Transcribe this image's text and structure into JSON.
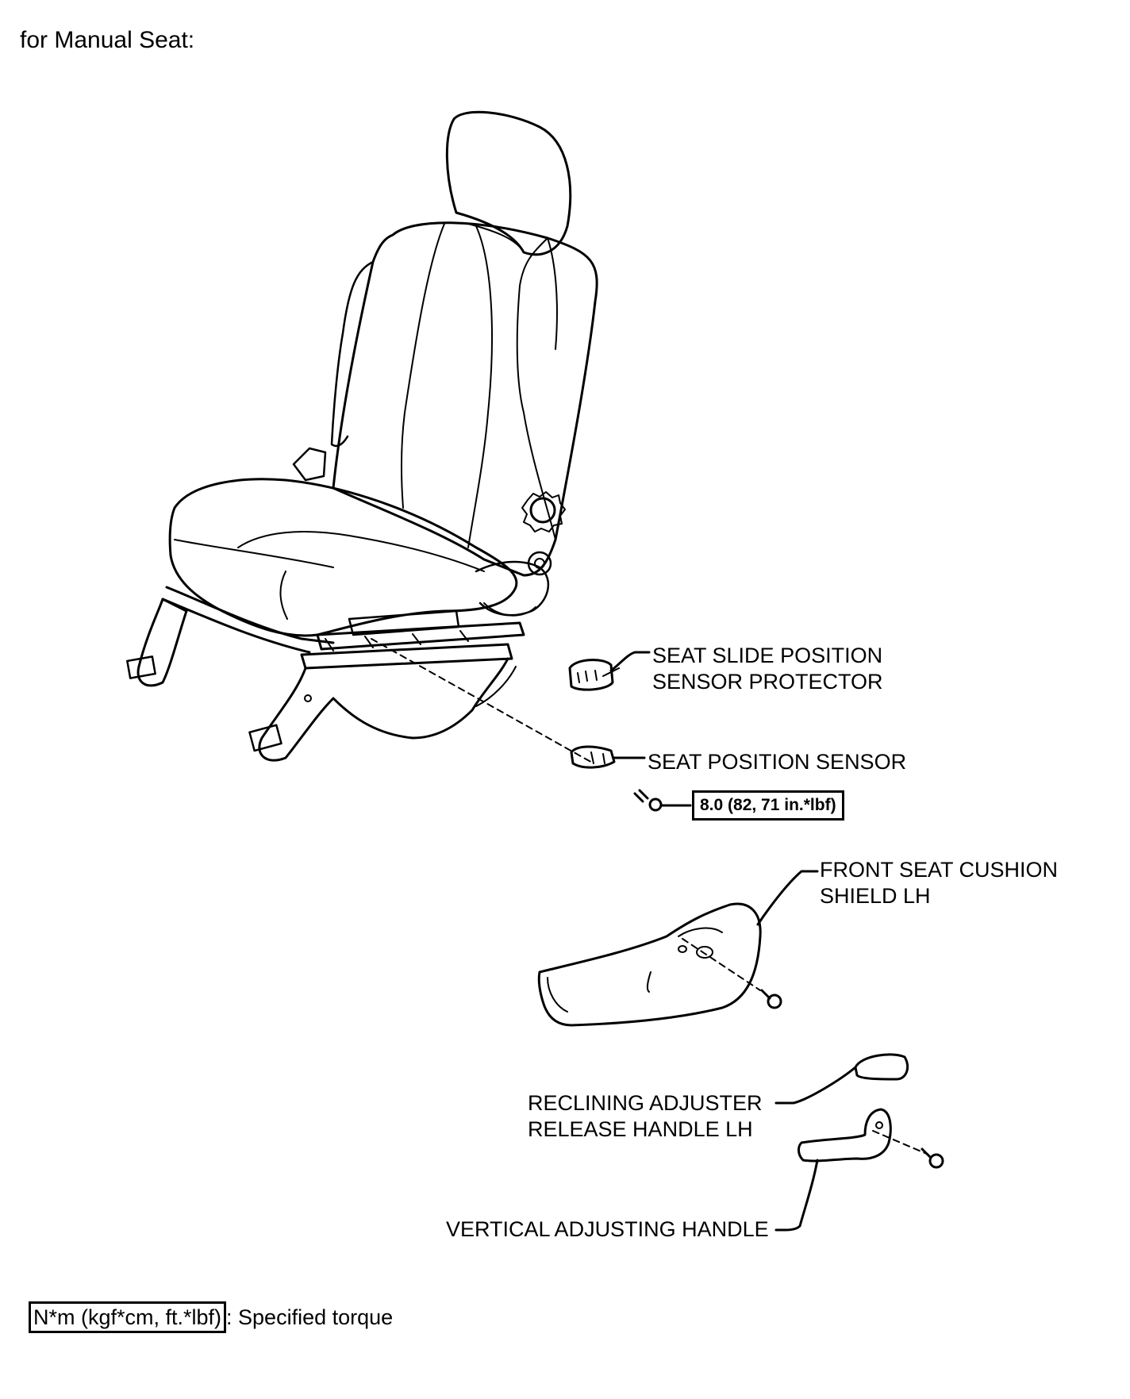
{
  "header": {
    "title": "for Manual Seat:"
  },
  "callouts": {
    "seat_slide_position_sensor_protector": [
      "SEAT SLIDE POSITION",
      "SENSOR PROTECTOR"
    ],
    "seat_position_sensor": "SEAT POSITION SENSOR",
    "front_seat_cushion_shield": [
      "FRONT SEAT CUSHION",
      "SHIELD LH"
    ],
    "reclining_adjuster_release_handle": [
      "RECLINING ADJUSTER",
      "RELEASE HANDLE LH"
    ],
    "vertical_adjusting_handle": "VERTICAL ADJUSTING HANDLE"
  },
  "torque": {
    "value": "8.0 (82, 71 in.*lbf)"
  },
  "legend": {
    "unit": "N*m (kgf*cm, ft.*lbf)",
    "description": ": Specified torque"
  }
}
